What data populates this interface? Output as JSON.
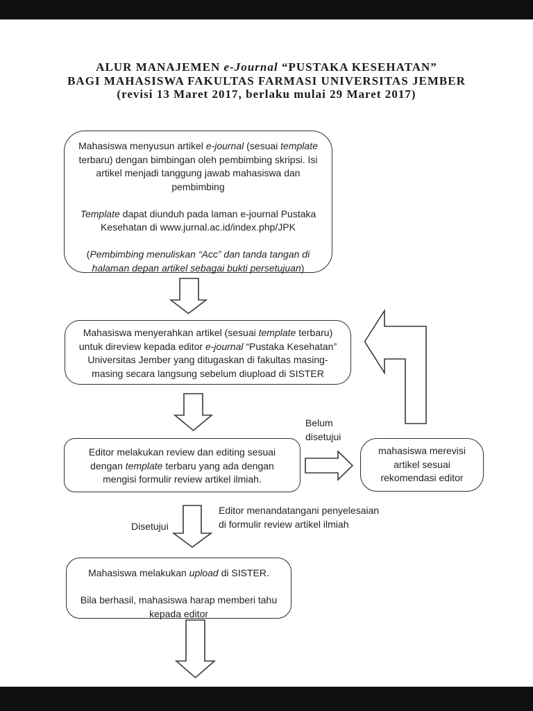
{
  "page": {
    "background": "#ffffff",
    "letterbox_color": "#0f0f0f",
    "ink_color": "#2d2d2d"
  },
  "title": {
    "line1": [
      {
        "t": "ALUR MANAJEMEN "
      },
      {
        "t": "e-Journal",
        "i": true
      },
      {
        "t": " “PUSTAKA KESEHATAN”"
      }
    ],
    "line2": "BAGI MAHASISWA FAKULTAS FARMASI UNIVERSITAS JEMBER",
    "line3": "(revisi 13 Maret 2017, berlaku mulai 29 Maret 2017)"
  },
  "boxes": {
    "compose": {
      "para1": [
        {
          "t": "Mahasiswa menyusun artikel "
        },
        {
          "t": "e-journal",
          "i": true
        },
        {
          "t": " (sesuai "
        },
        {
          "t": "template",
          "i": true
        },
        {
          "t": " terbaru) dengan bimbingan oleh pembimbing skripsi. Isi artikel menjadi tanggung jawab mahasiswa dan pembimbing"
        }
      ],
      "para2": [
        {
          "t": "Template",
          "i": true
        },
        {
          "t": " dapat diunduh pada laman e-journal Pustaka Kesehatan di www.jurnal.ac.id/index.php/JPK"
        }
      ],
      "para3": [
        {
          "t": "("
        },
        {
          "t": "Pembimbing menuliskan “Acc” dan tanda tangan di halaman depan artikel sebagai bukti persetujuan",
          "i": true
        },
        {
          "t": ")"
        }
      ]
    },
    "submit": {
      "text": [
        {
          "t": "Mahasiswa menyerahkan artikel (sesuai "
        },
        {
          "t": "template",
          "i": true
        },
        {
          "t": " terbaru) untuk direview kepada editor "
        },
        {
          "t": "e-journal",
          "i": true
        },
        {
          "t": " “Pustaka Kesehatan” Universitas Jember yang ditugaskan di fakultas masing-masing secara langsung sebelum diupload di SISTER"
        }
      ]
    },
    "review": {
      "text": [
        {
          "t": "Editor melakukan review dan editing sesuai dengan "
        },
        {
          "t": "template",
          "i": true
        },
        {
          "t": " terbaru yang ada dengan mengisi formulir review artikel ilmiah."
        }
      ]
    },
    "revise": {
      "text": "mahasiswa merevisi artikel sesuai rekomendasi editor"
    },
    "upload": {
      "para1": [
        {
          "t": "Mahasiswa melakukan "
        },
        {
          "t": "upload",
          "i": true
        },
        {
          "t": " di SISTER."
        }
      ],
      "para2": "Bila berhasil, mahasiswa harap memberi tahu kepada editor"
    }
  },
  "labels": {
    "not_approved": "Belum disetujui",
    "approved": "Disetujui",
    "editor_sign": "Editor menandatangani penyelesaian di formulir review artikel ilmiah"
  },
  "icons": {
    "down_arrow_1": "down-block-arrow",
    "down_arrow_2": "down-block-arrow",
    "down_arrow_3": "down-block-arrow",
    "down_arrow_4": "down-block-arrow",
    "right_arrow": "right-block-arrow",
    "feedback_arrow": "bent-left-up-block-arrow"
  }
}
